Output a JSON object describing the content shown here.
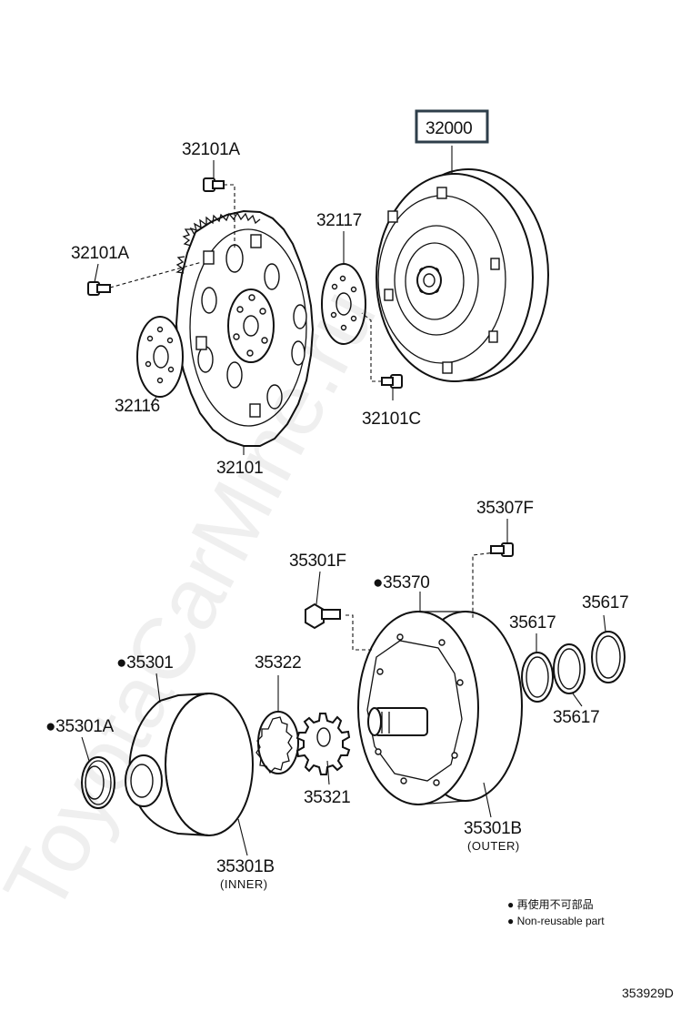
{
  "diagram": {
    "labels": {
      "p32000": "32000",
      "p32101A_top": "32101A",
      "p32101A_left": "32101A",
      "p32117": "32117",
      "p32116": "32116",
      "p32101": "32101",
      "p32101C": "32101C",
      "p35307F": "35307F",
      "p35301F": "35301F",
      "p35370": "●35370",
      "p35301": "●35301",
      "p35322": "35322",
      "p35617_a": "35617",
      "p35617_b": "35617",
      "p35617_c": "35617",
      "p35301A": "●35301A",
      "p35321": "35321",
      "p35301B_outer": "35301B",
      "p35301B_inner": "35301B"
    },
    "sublabels": {
      "outer": "(OUTER)",
      "inner": "(INNER)"
    },
    "legend": {
      "line1": "● 再使用不可部品",
      "line2": "● Non-reusable part"
    },
    "diagram_code": "353929D",
    "watermark": "ToyotaCarMine.ru",
    "highlight_color": "#2e3e4a"
  }
}
